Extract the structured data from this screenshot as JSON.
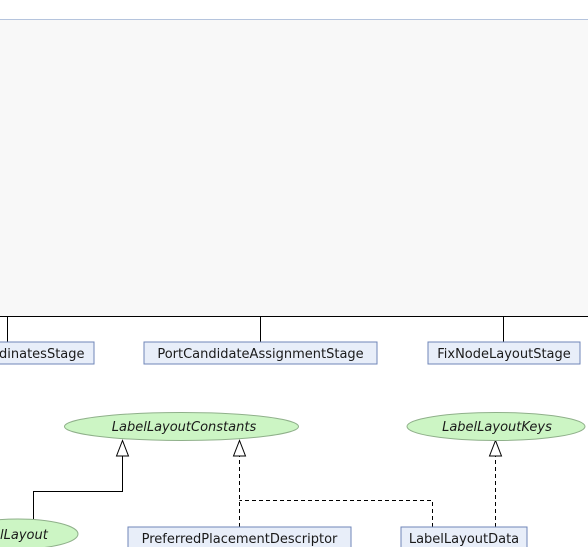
{
  "colors": {
    "background": "#ffffff",
    "panel": "#f8f8f8",
    "panel_border": "#b5c4dd",
    "class_fill": "#e8eef9",
    "class_border": "#6f86b8",
    "interface_fill": "#ccf5c4",
    "interface_border": "#8fb08a",
    "edge": "#000000"
  },
  "diagram": {
    "stages": [
      {
        "label": "dinatesStage"
      },
      {
        "label": "PortCandidateAssignmentStage"
      },
      {
        "label": "FixNodeLayoutStage"
      }
    ],
    "interfaces": [
      {
        "label": "LabelLayoutConstants"
      },
      {
        "label": "LabelLayoutKeys"
      },
      {
        "label": "lLayout"
      }
    ],
    "classes": [
      {
        "label": "PreferredPlacementDescriptor"
      },
      {
        "label": "LabelLayoutData"
      }
    ]
  }
}
